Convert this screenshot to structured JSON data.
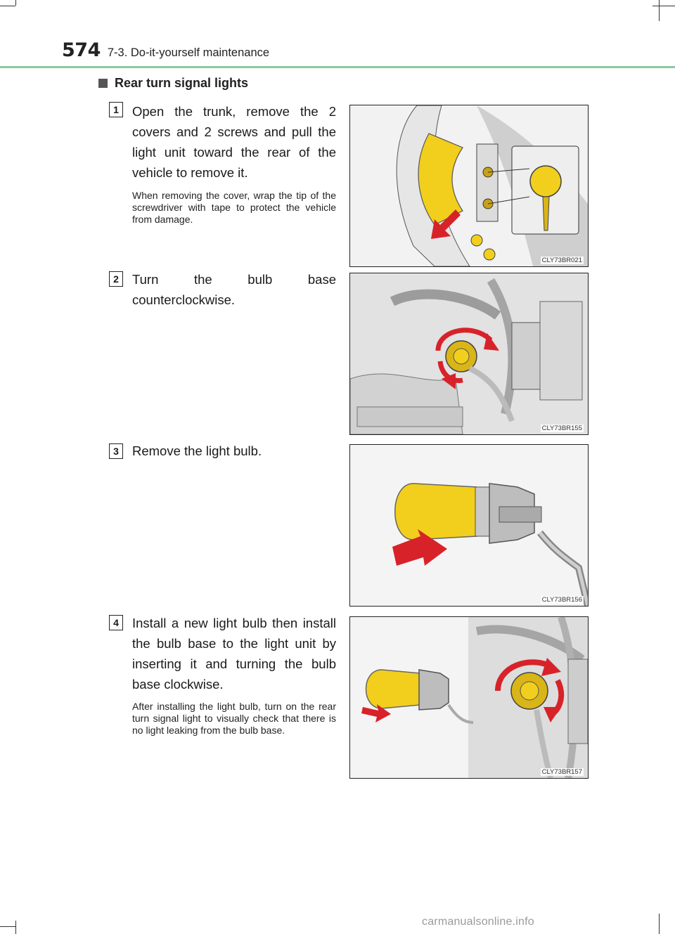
{
  "header": {
    "page_number": "574",
    "section": "7-3. Do-it-yourself maintenance",
    "rule_color": "#8cc7a2"
  },
  "subheading": "Rear turn signal lights",
  "steps": [
    {
      "number": "1",
      "text": "Open the trunk, remove the 2 covers and 2 screws and pull the light unit toward the rear of the vehicle to remove it.",
      "note": "When removing the cover, wrap the tip of the screwdriver with tape to protect the vehicle from damage.",
      "figure_code": "CLY73BR021"
    },
    {
      "number": "2",
      "text": "Turn the bulb base counterclockwise.",
      "note": "",
      "figure_code": "CLY73BR155"
    },
    {
      "number": "3",
      "text": "Remove the light bulb.",
      "note": "",
      "figure_code": "CLY73BR156"
    },
    {
      "number": "4",
      "text": "Install a new light bulb then install the bulb base to the light unit by inserting it and turning the bulb base clockwise.",
      "note": "After installing the light bulb, turn on the rear turn signal light to visually check that there is no light leaking from the bulb base.",
      "figure_code": "CLY73BR157"
    }
  ],
  "colors": {
    "bulb_yellow": "#f2cf1c",
    "arrow_red": "#d8222a"
  },
  "watermark": "carmanualsonline.info"
}
